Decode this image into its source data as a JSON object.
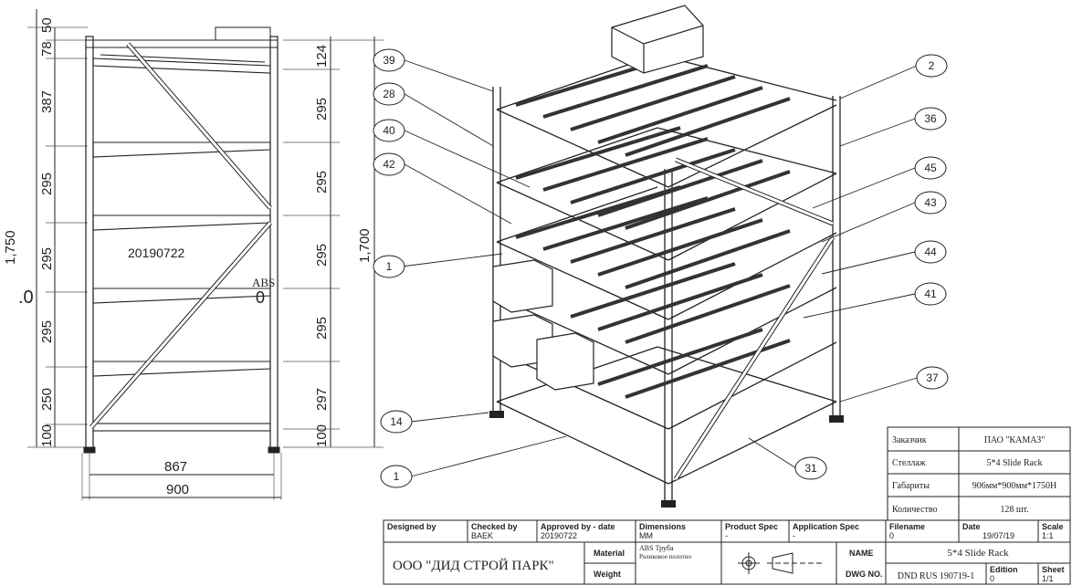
{
  "side_view": {
    "left_dims": [
      "50",
      "78",
      "387",
      "295",
      "295",
      "295",
      "250",
      "100"
    ],
    "right_dims": [
      "124",
      "295",
      "295",
      "295",
      "295",
      "297",
      "100"
    ],
    "total_height_left": "1,750",
    "total_height_right": "1,700",
    "bottom_inner_width": "867",
    "bottom_outer_width": "900",
    "date_stamp": "20190722",
    "abs_label": "ABS",
    "abs_value": "0",
    "edge_mark": ".0"
  },
  "balloons": [
    "39",
    "28",
    "40",
    "42",
    "1",
    "14",
    "1",
    "31",
    "2",
    "36",
    "45",
    "43",
    "44",
    "41",
    "37"
  ],
  "customer_table": {
    "rows": [
      {
        "label": "Заказчик",
        "value": "ПАО \"КАМАЗ\""
      },
      {
        "label": "Стеллаж",
        "value": "5*4  Slide Rack"
      },
      {
        "label": "Габариты",
        "value": "906мм*900мм*1750Н"
      },
      {
        "label": "Количество",
        "value": "128 шт."
      }
    ]
  },
  "title_block": {
    "designed_by_label": "Designed by",
    "checked_by_label": "Checked by",
    "checked_by_value": "BAEK",
    "approved_label": "Approved by - date",
    "approved_value": "20190722",
    "dimensions_label": "Dimensions",
    "dimensions_value": "MM",
    "product_spec_label": "Product Spec",
    "product_spec_value": "-",
    "application_spec_label": "Application Spec",
    "application_spec_value": "-",
    "filename_label": "Filename",
    "filename_value": "0",
    "date_label": "Date",
    "date_value": "19/07/19",
    "scale_label": "Scale",
    "scale_value": "1:1",
    "company": "ООО \"ДИД СТРОЙ ПАРК\"",
    "material_label": "Material",
    "material_value_1": "ABS Труба",
    "material_value_2": "Роликовое полотно",
    "weight_label": "Weight",
    "name_label": "NAME",
    "name_value": "5*4  Slide Rack",
    "dwg_label": "DWG NO.",
    "dwg_value": "DND RUS 190719-1",
    "edition_label": "Edition",
    "edition_value": "0",
    "sheet_label": "Sheet",
    "sheet_value": "1/1"
  }
}
